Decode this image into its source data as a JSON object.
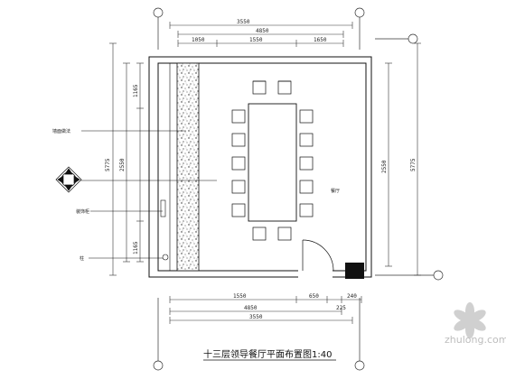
{
  "drawing": {
    "title": "十三层领导餐厅平面布置图1:40",
    "watermark": "zhulong.com",
    "dimensions": {
      "top_total": "3550",
      "top_mid": "4850",
      "top_a": "1050",
      "top_b": "1550",
      "top_c": "1650",
      "bottom_a": "1550",
      "bottom_b": "650",
      "bottom_c": "240",
      "bottom_mid": "4850",
      "bottom_sub": "225",
      "bottom_total": "3550",
      "left_total": "5775",
      "left_mid": "2550",
      "left_a": "1165",
      "left_b": "1165",
      "right_total": "5775",
      "right_mid": "2550"
    },
    "labels": {
      "wall_finish": "墙面做法",
      "cabinet": "装饰柜",
      "column": "柱",
      "room_name": "餐厅"
    }
  }
}
